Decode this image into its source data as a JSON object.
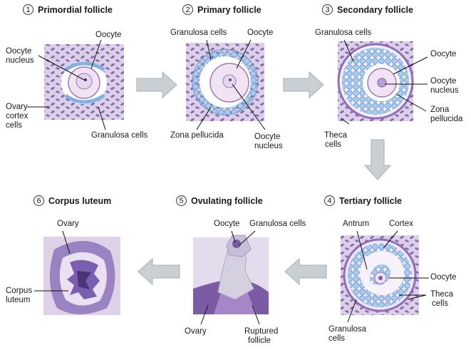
{
  "stages": [
    {
      "number": "1",
      "title": "Primordial follicle"
    },
    {
      "number": "2",
      "title": "Primary follicle"
    },
    {
      "number": "3",
      "title": "Secondary follicle"
    },
    {
      "number": "4",
      "title": "Tertiary follicle"
    },
    {
      "number": "5",
      "title": "Ovulating follicle"
    },
    {
      "number": "6",
      "title": "Corpus luteum"
    }
  ],
  "labels": {
    "s1_oocyte": "Oocyte",
    "s1_nucleus_1": "Oocyte",
    "s1_nucleus_2": "nucleus",
    "s1_ovary_1": "Ovary",
    "s1_ovary_2": "cortex",
    "s1_ovary_3": "cells",
    "s1_granulosa": "Granulosa cells",
    "s2_granulosa": "Granulosa cells",
    "s2_oocyte": "Oocyte",
    "s2_zona": "Zona pellucida",
    "s2_nucleus_1": "Oocyte",
    "s2_nucleus_2": "nucleus",
    "s3_granulosa": "Granulosa cells",
    "s3_oocyte": "Oocyte",
    "s3_nucleus_1": "Oocyte",
    "s3_nucleus_2": "nucleus",
    "s3_zona_1": "Zona",
    "s3_zona_2": "pellucida",
    "s3_theca_1": "Theca",
    "s3_theca_2": "cells",
    "s4_antrum": "Antrum",
    "s4_cortex": "Cortex",
    "s4_oocyte": "Oocyte",
    "s4_theca_1": "Theca",
    "s4_theca_2": "cells",
    "s4_granulosa_1": "Granulosa",
    "s4_granulosa_2": "cells",
    "s5_oocyte": "Oocyte",
    "s5_granulosa": "Granulosa cells",
    "s5_ovary": "Ovary",
    "s5_ruptured_1": "Ruptured",
    "s5_ruptured_2": "follicle",
    "s6_ovary": "Ovary",
    "s6_corpus_1": "Corpus",
    "s6_corpus_2": "luteum"
  },
  "colors": {
    "tissue": "#d9cde6",
    "cell": "#8a6bb0",
    "granulosa": "#9cc4ea",
    "oocyte": "#f0e2f2",
    "arrow": "#c9cfd3"
  }
}
